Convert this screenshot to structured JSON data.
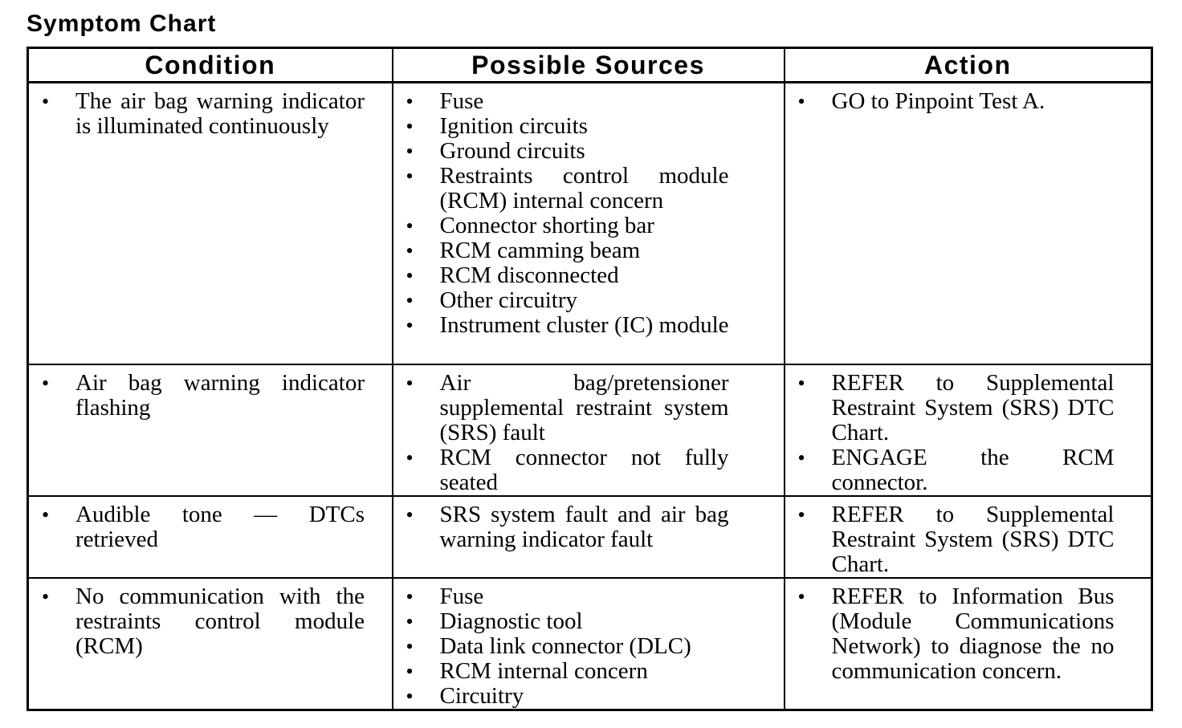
{
  "page": {
    "title": "Symptom Chart"
  },
  "colors": {
    "background": "#ffffff",
    "text": "#000000",
    "border": "#000000"
  },
  "table": {
    "bullet_glyph": "•",
    "headers": [
      "Condition",
      "Possible Sources",
      "Action"
    ],
    "rows": [
      {
        "condition": [
          "The air bag warning indicator is illuminated continuously"
        ],
        "possible_sources": [
          "Fuse",
          "Ignition circuits",
          "Ground circuits",
          "Restraints control module (RCM) internal concern",
          "Connector shorting bar",
          "RCM camming beam",
          "RCM disconnected",
          "Other circuitry",
          "Instrument cluster (IC) module"
        ],
        "action": [
          "GO to Pinpoint Test A."
        ]
      },
      {
        "condition": [
          "Air bag warning indicator flashing"
        ],
        "possible_sources": [
          "Air bag/pretensioner supplemental restraint system (SRS) fault",
          "RCM connector not fully seated"
        ],
        "action": [
          "REFER to Supplemental Restraint System (SRS) DTC Chart.",
          "ENGAGE the RCM connector."
        ]
      },
      {
        "condition": [
          "Audible tone — DTCs retrieved"
        ],
        "possible_sources": [
          "SRS system fault and air bag warning indicator fault"
        ],
        "action": [
          "REFER to Supplemental Restraint System (SRS) DTC Chart."
        ]
      },
      {
        "condition": [
          "No communication with the restraints control module (RCM)"
        ],
        "possible_sources": [
          "Fuse",
          "Diagnostic tool",
          "Data link connector (DLC)",
          "RCM internal concern",
          "Circuitry"
        ],
        "action": [
          "REFER to Information Bus (Module Communications Network) to diagnose the no communication concern."
        ]
      }
    ]
  }
}
